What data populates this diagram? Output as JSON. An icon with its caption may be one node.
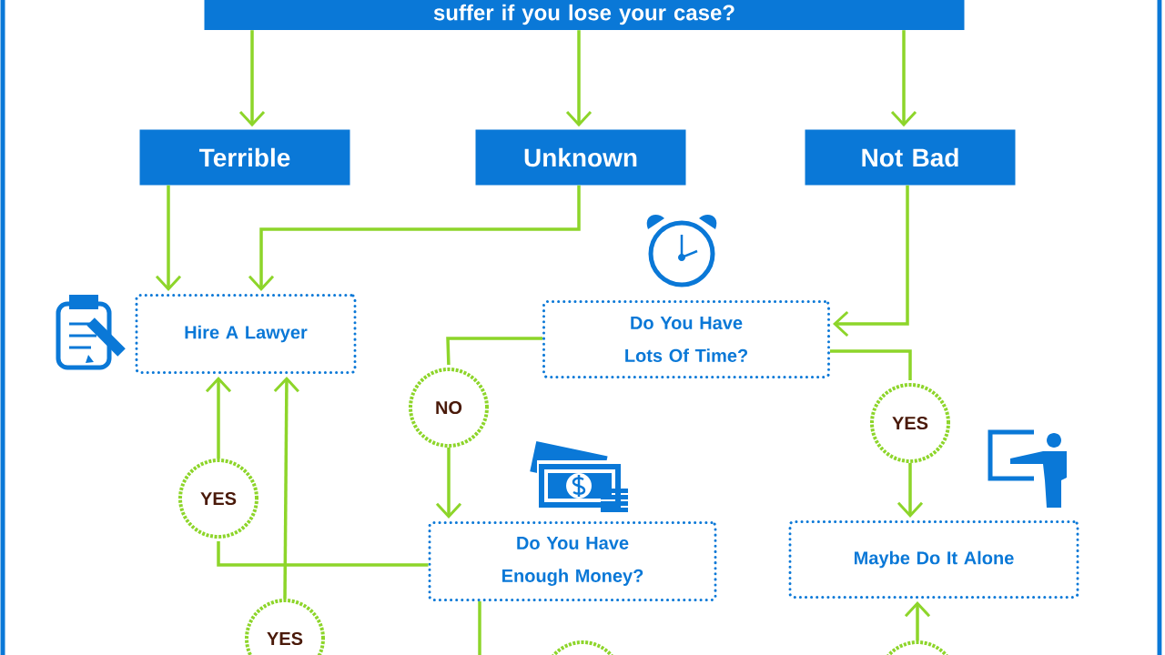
{
  "diagram": {
    "nodes": [
      {
        "text": [
          "suffer if you lose your case?"
        ]
      },
      {
        "text": [
          "Terrible"
        ]
      },
      {
        "text": [
          "Unknown"
        ]
      },
      {
        "text": [
          "Not Bad"
        ]
      },
      {
        "text": [
          "Hire A Lawyer"
        ]
      },
      {
        "text": [
          "Do You Have Lots Of Time?"
        ]
      },
      {
        "text": [
          "NO"
        ]
      },
      {
        "text": [
          "YES"
        ]
      },
      {
        "text": [
          "Do You Have Enough Money?"
        ]
      },
      {
        "text": [
          "YES"
        ]
      },
      {
        "text": [
          "Maybe Do It Alone"
        ]
      },
      {
        "text": [
          "YES"
        ]
      },
      {
        "text": [],
        "shape": "circle"
      },
      {
        "text": [],
        "shape": "circle"
      }
    ],
    "edges": [
      {
        "from": 0,
        "to": 1,
        "arrow": "to"
      },
      {
        "from": 0,
        "to": 2,
        "arrow": "to"
      },
      {
        "from": 0,
        "to": 3,
        "arrow": "to"
      },
      {
        "from": 1,
        "to": 4,
        "arrow": "to"
      },
      {
        "from": 2,
        "to": 4,
        "arrow": "to"
      },
      {
        "from": 3,
        "to": 5,
        "arrow": "to"
      },
      {
        "from": 5,
        "to": 6,
        "arrow": "none"
      },
      {
        "from": 6,
        "to": 8,
        "arrow": "to"
      },
      {
        "from": 8,
        "to": 7,
        "arrow": "none"
      },
      {
        "from": 7,
        "to": 4,
        "arrow": "to"
      },
      {
        "from": 11,
        "to": 4,
        "arrow": "to"
      },
      {
        "from": 5,
        "to": 9,
        "arrow": "none"
      },
      {
        "from": 9,
        "to": 10,
        "arrow": "to"
      },
      {
        "from": 8,
        "to": null,
        "arrow": "none"
      },
      {
        "from": 13,
        "to": 10,
        "arrow": "to"
      }
    ]
  }
}
